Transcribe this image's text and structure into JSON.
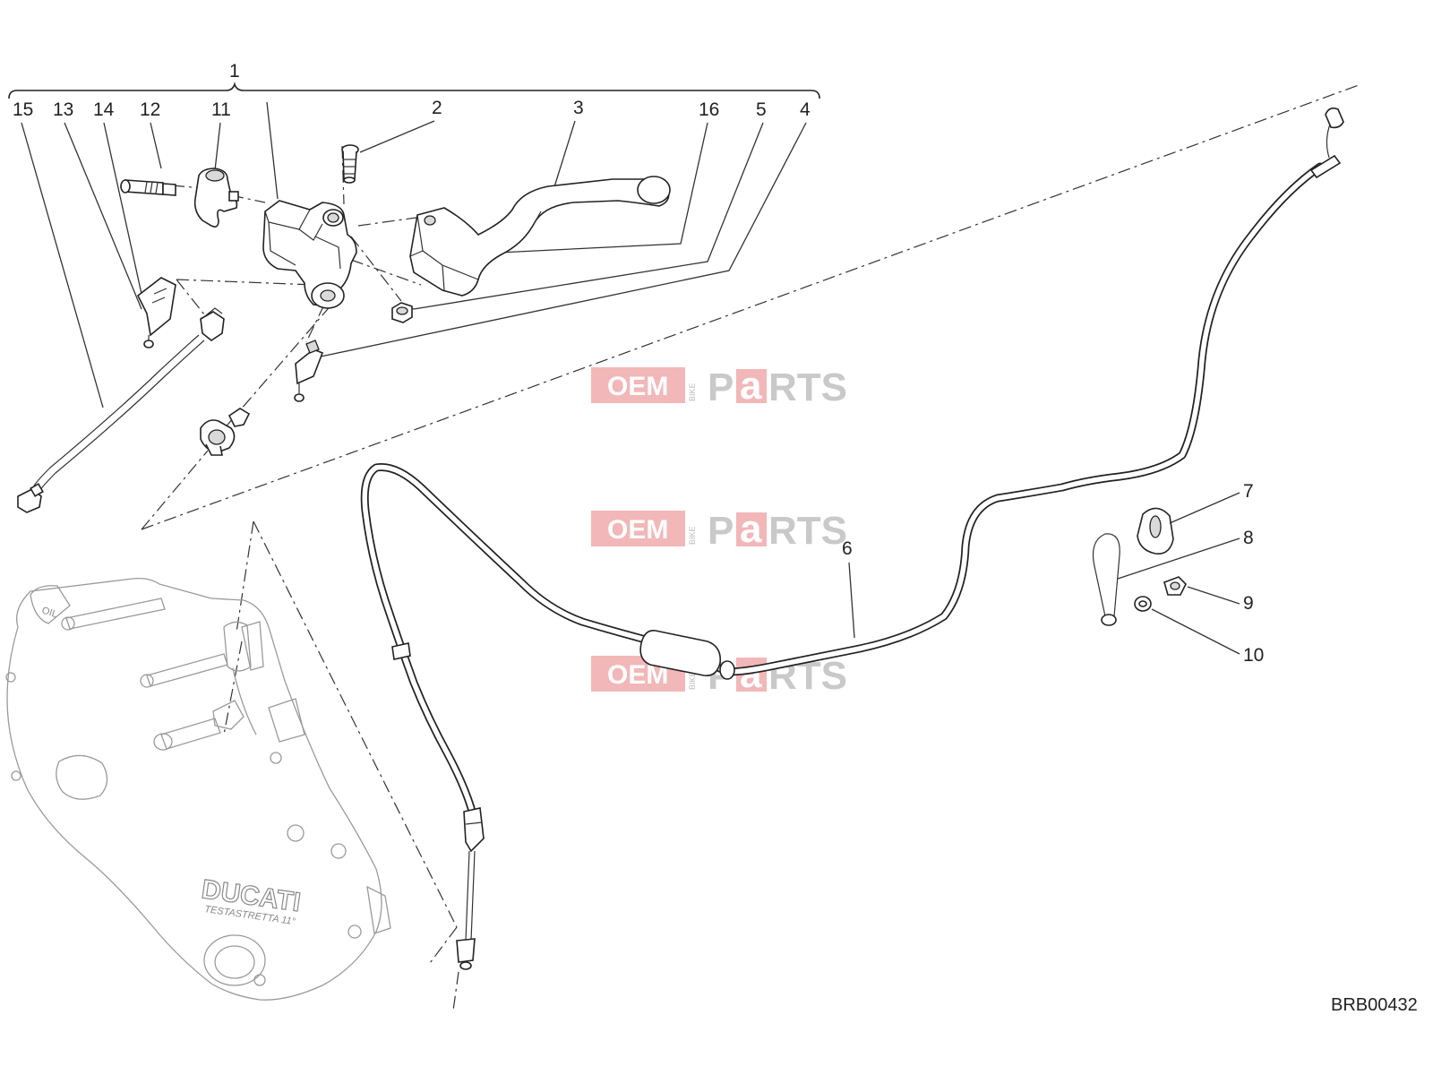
{
  "diagram": {
    "drawing_code": "BRB00432",
    "assembly_callout": "1",
    "callouts": {
      "c2": "2",
      "c3": "3",
      "c4": "4",
      "c5": "5",
      "c6": "6",
      "c7": "7",
      "c8": "8",
      "c9": "9",
      "c10": "10",
      "c11": "11",
      "c12": "12",
      "c13": "13",
      "c14": "14",
      "c15": "15",
      "c16": "16"
    },
    "watermark": {
      "oem": "OEM",
      "bike": "BIKE",
      "parts_p": "P",
      "parts_a": "a",
      "parts_rest": "RTS"
    },
    "cover_logo": {
      "brand": "DUCATI",
      "engine": "TESTASTRETTA 11°",
      "oil": "OIL"
    }
  }
}
